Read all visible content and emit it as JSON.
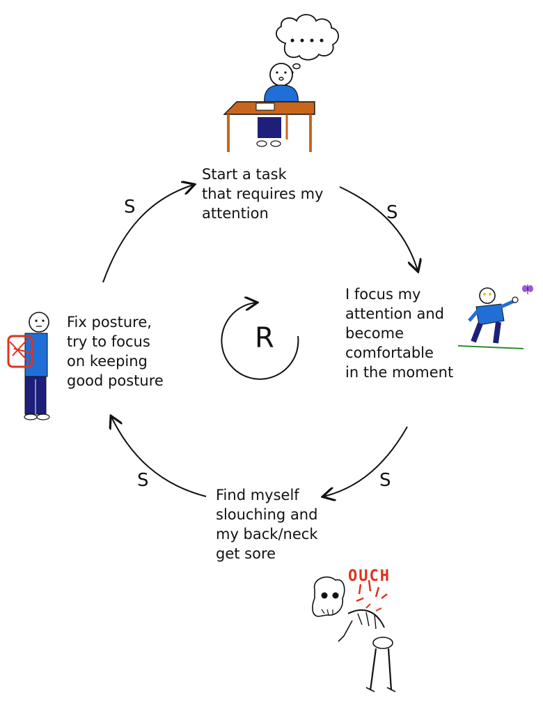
{
  "nodes": {
    "top": "Start a task\nthat requires my\nattention",
    "right": "I focus my\nattention and\nbecome\ncomfortable\nin the moment",
    "bottom": "Find myself\nslouching and\nmy back/neck\nget sore",
    "left": "Fix posture,\ntry to focus\non keeping\ngood posture"
  },
  "edge_labels": {
    "top_left": "S",
    "top_right": "S",
    "bottom_right": "S",
    "bottom_left": "S"
  },
  "loop_label": "R",
  "exclamation": "OUCH",
  "colors": {
    "ink": "#111111",
    "shirt": "#1f6fd6",
    "pants": "#1d1f7a",
    "desk": "#c8661e",
    "grass": "#2e8b2e",
    "backpack": "#e0301e",
    "pain": "#e0301e",
    "butterfly": "#9b59d6"
  }
}
